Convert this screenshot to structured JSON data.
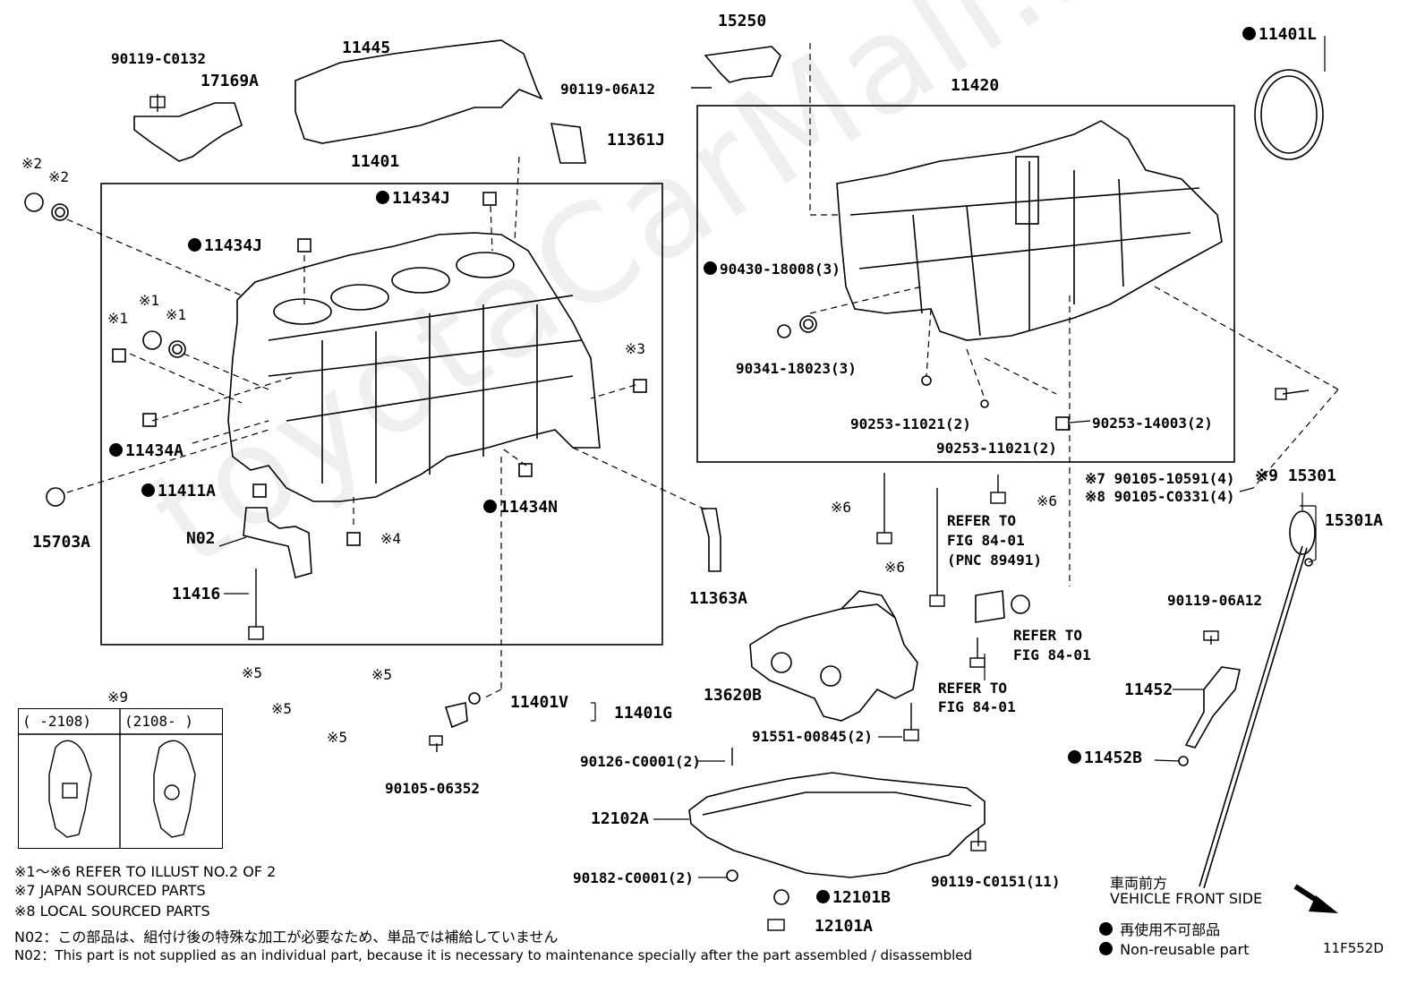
{
  "watermark": "toyotaCarMall.ru",
  "diagram_code": "11F552D",
  "labels": {
    "p90119_C0132": "90119-C0132",
    "p11445": "11445",
    "p17169A": "17169A",
    "p15250": "15250",
    "p90119_06A12_top": "90119-06A12",
    "p11361J": "11361J",
    "p11420": "11420",
    "p11401L": "11401L",
    "p11401": "11401",
    "p11434J_a": "11434J",
    "p11434J_b": "11434J",
    "p90430": "90430-18008(3)",
    "p90341": "90341-18023(3)",
    "p90253_a": "90253-11021(2)",
    "p90253_b": "90253-11021(2)",
    "p90253_c": "90253-14003(2)",
    "p11434A": "11434A",
    "p11411A": "11411A",
    "p11434N": "11434N",
    "p15703A": "15703A",
    "pN02": "N02",
    "p11416": "11416",
    "p11363A": "11363A",
    "p90105_10591": "※7 90105-10591(4)",
    "p90105_C0331": "※8 90105-C0331(4)",
    "p15301": "※9 15301",
    "p15301A": "15301A",
    "refer_84_01_a": "REFER TO",
    "refer_84_01_a2": "FIG 84-01",
    "refer_84_01_a3": "(PNC 89491)",
    "refer_84_01_b": "REFER TO",
    "refer_84_01_b2": "FIG 84-01",
    "refer_84_01_c": "REFER TO",
    "refer_84_01_c2": "FIG 84-01",
    "p90119_06A12_r": "90119-06A12",
    "p13620B": "13620B",
    "p11452": "11452",
    "p91551": "91551-00845(2)",
    "p11452B": "11452B",
    "p11401V": "11401V",
    "p11401G": "11401G",
    "p90105_06352": "90105-06352",
    "p90126": "90126-C0001(2)",
    "p12102A": "12102A",
    "p90182": "90182-C0001(2)",
    "p90119_C0151": "90119-C0151(11)",
    "p12101B": "12101B",
    "p12101A": "12101A",
    "mark1": "※1",
    "mark2": "※2",
    "mark3": "※3",
    "mark4": "※4",
    "mark5": "※5",
    "mark6": "※6",
    "mark9": "※9"
  },
  "variant_table": {
    "col1": "(    -2108)",
    "col2": "(2108-    )"
  },
  "notes": [
    "※1～※6  REFER TO ILLUST NO.2 OF 2",
    "※7 JAPAN SOURCED PARTS",
    "※8 LOCAL SOURCED PARTS",
    "N02：この部品は、組付け後の特殊な加工が必要なため、単品では補給していません",
    "N02：This part is not supplied as an individual part, because it is necessary to maintenance specially after the part assembled / disassembled"
  ],
  "front": {
    "jp": "車両前方",
    "en": "VEHICLE FRONT SIDE"
  },
  "legend": {
    "jp": "再使用不可部品",
    "en": "Non-reusable part"
  }
}
